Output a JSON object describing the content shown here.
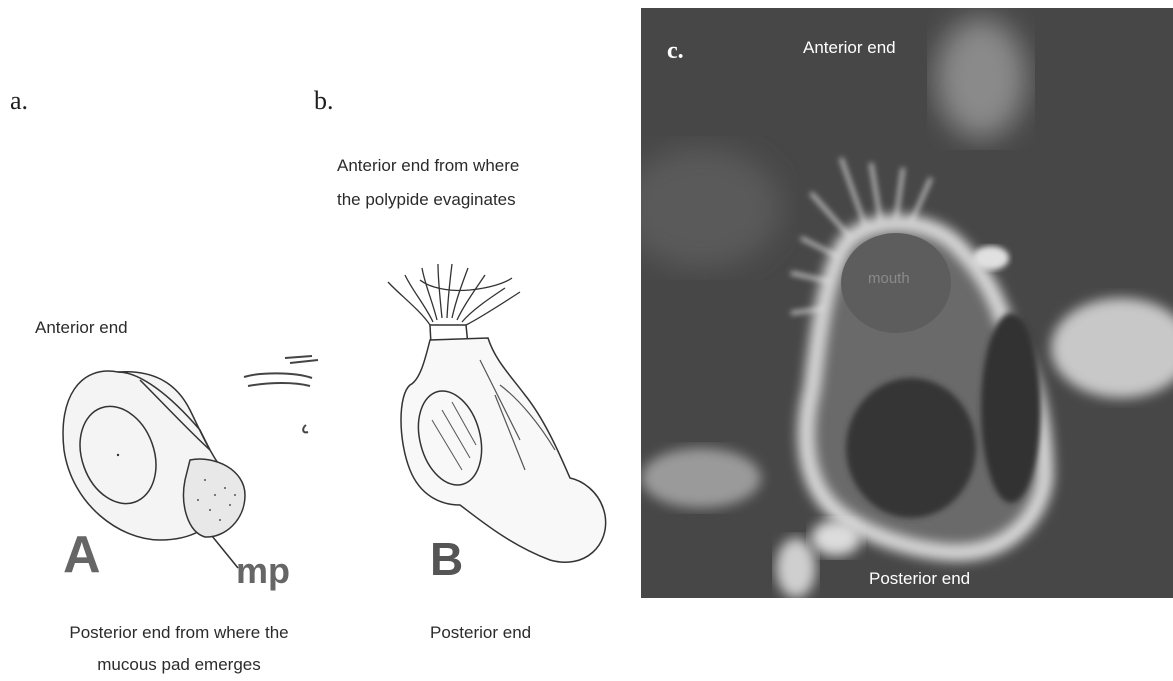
{
  "panels": {
    "a": {
      "letter": "a.",
      "top_label": "Anterior end",
      "bottom_label_line1": "Posterior end from where the",
      "bottom_label_line2": "mucous pad emerges",
      "figure_letter": "A",
      "mp_label": "mp"
    },
    "b": {
      "letter": "b.",
      "top_label_line1": "Anterior end from where",
      "top_label_line2": "the polypide evaginates",
      "bottom_label": "Posterior end",
      "figure_letter": "B"
    },
    "c": {
      "letter": "c.",
      "top_label": "Anterior end",
      "mouth_label": "mouth",
      "bottom_label": "Posterior end"
    }
  }
}
